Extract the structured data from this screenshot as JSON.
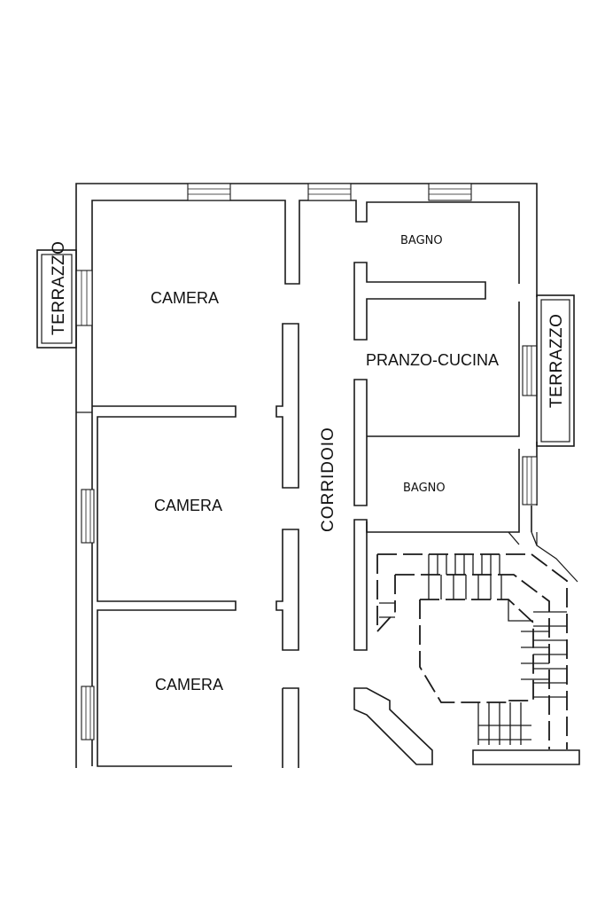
{
  "rooms": {
    "camera_1": "CAMERA",
    "camera_2": "CAMERA",
    "camera_3": "CAMERA",
    "bagno_1": "BAGNO",
    "bagno_2": "BAGNO",
    "pranzo_cucina": "PRANZO-CUCINA",
    "corridoio": "CORRIDOIO",
    "terrazzo_left": "TERRAZZO",
    "terrazzo_right": "TERRAZZO"
  }
}
